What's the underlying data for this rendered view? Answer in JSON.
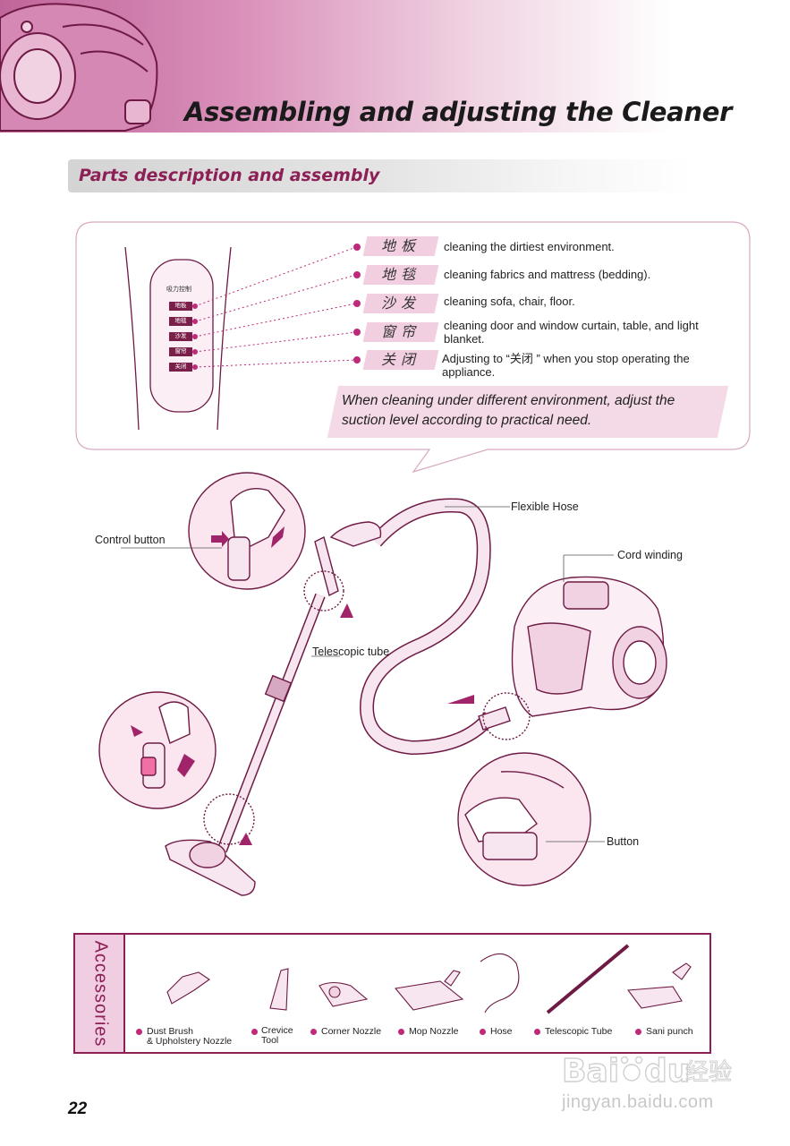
{
  "header": {
    "title": "Assembling and adjusting the Cleaner"
  },
  "section": {
    "title": "Parts description and assembly"
  },
  "control_panel": {
    "heading": "吸力控制",
    "buttons": [
      "地板",
      "地毯",
      "沙发",
      "窗帘",
      "关闭"
    ]
  },
  "modes": [
    {
      "tag": "地板",
      "desc": "cleaning the dirtiest environment."
    },
    {
      "tag": "地毯",
      "desc": "cleaning fabrics and mattress (bedding)."
    },
    {
      "tag": "沙发",
      "desc": "cleaning sofa, chair, floor."
    },
    {
      "tag": "窗帘",
      "desc": "cleaning door and window curtain, table, and light blanket."
    },
    {
      "tag": "关闭",
      "desc": "Adjusting to “关闭 ” when you stop operating the appliance."
    }
  ],
  "note": "When cleaning under different environment, adjust the suction level according to practical need.",
  "callouts": {
    "flexible_hose": "Flexible Hose",
    "control_button": "Control button",
    "cord_winding": "Cord winding",
    "telescopic_tube": "Telescopic tube",
    "button": "Button"
  },
  "accessories": {
    "heading": "Accessories",
    "items": [
      {
        "line1": "Dust Brush",
        "line2": "& Upholstery Nozzle"
      },
      {
        "line1": "Crevice",
        "line2": "Tool"
      },
      {
        "line1": "Corner Nozzle",
        "line2": ""
      },
      {
        "line1": "Mop Nozzle",
        "line2": ""
      },
      {
        "line1": "Hose",
        "line2": ""
      },
      {
        "line1": "Telescopic Tube",
        "line2": ""
      },
      {
        "line1": "Sani punch",
        "line2": ""
      }
    ]
  },
  "page_number": "22",
  "watermark": {
    "logo_text": "Baidu经验",
    "url": "jingyan.baidu.com"
  },
  "colors": {
    "accent": "#8c1f55",
    "dot": "#c0297a",
    "tag_bg": "#f2cfe0",
    "header_gradient_start": "#c0669a"
  }
}
